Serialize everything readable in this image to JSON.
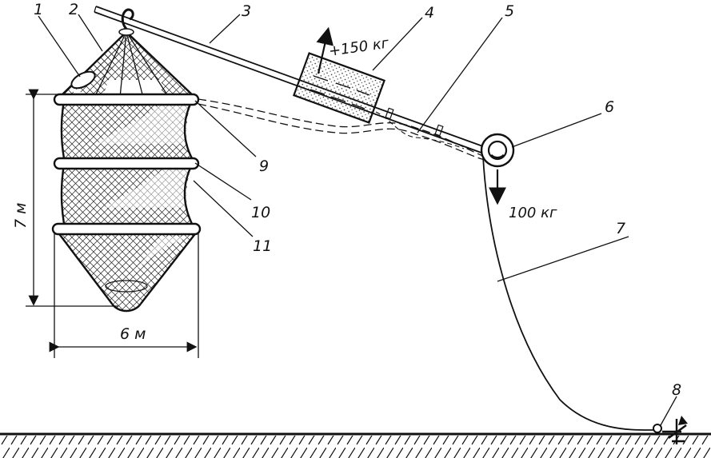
{
  "labels": {
    "n1": "1",
    "n2": "2",
    "n3": "3",
    "n4": "4",
    "n5": "5",
    "n6": "6",
    "n7": "7",
    "n8": "8",
    "n9": "9",
    "n10": "10",
    "n11": "11"
  },
  "dimensions": {
    "height": "7 м",
    "width": "6 м"
  },
  "forces": {
    "buoyancy": "+150 кг",
    "tension": "100 кг"
  }
}
